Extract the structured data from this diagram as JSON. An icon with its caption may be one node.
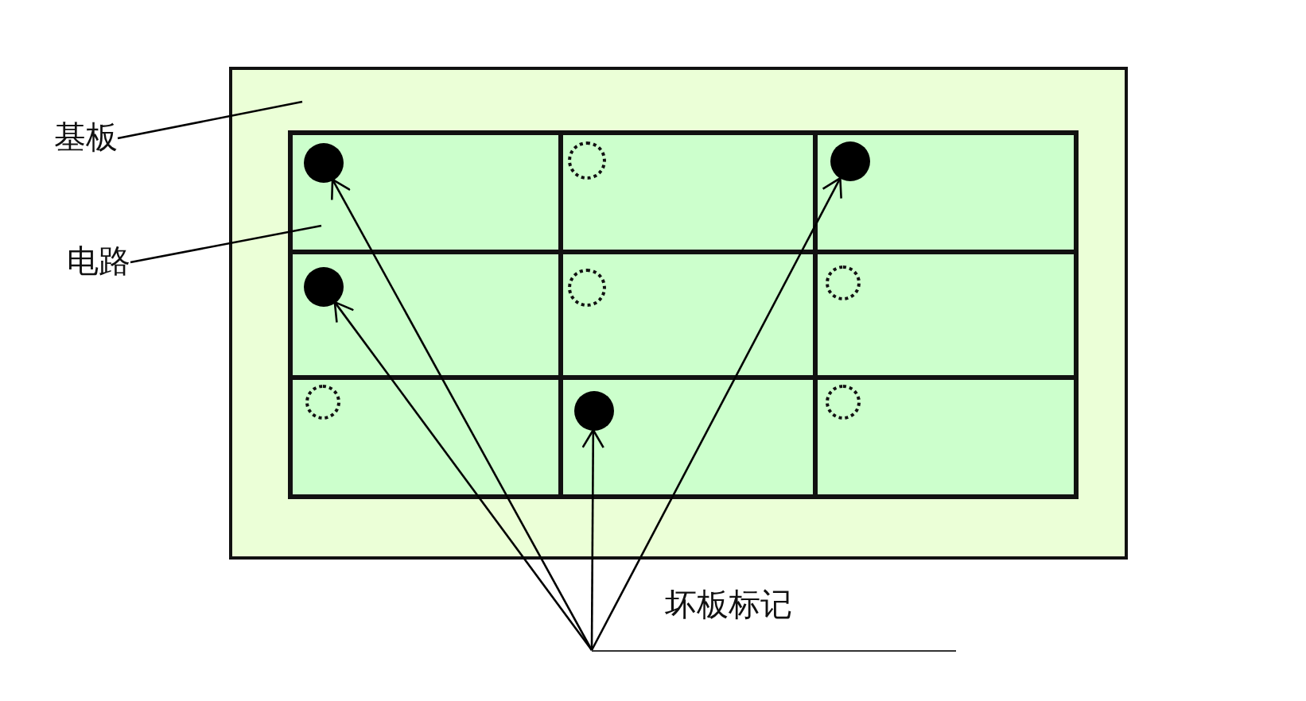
{
  "diagram": {
    "nodes": [
      {
        "text": [
          "基板"
        ]
      },
      {
        "text": [
          "电路"
        ]
      },
      {
        "text": [],
        "shape": "box"
      },
      {
        "text": [],
        "shape": "box",
        "in": 2
      },
      {
        "text": [],
        "shape": "dot",
        "in": 3
      },
      {
        "text": [],
        "shape": "box",
        "in": 2
      },
      {
        "text": [],
        "shape": "circle",
        "in": 5
      },
      {
        "text": [],
        "shape": "box",
        "in": 2
      },
      {
        "text": [],
        "shape": "dot",
        "in": 7
      },
      {
        "text": [],
        "shape": "box",
        "in": 2
      },
      {
        "text": [],
        "shape": "dot",
        "in": 9
      },
      {
        "text": [],
        "shape": "box",
        "in": 2
      },
      {
        "text": [],
        "shape": "circle",
        "in": 11
      },
      {
        "text": [],
        "shape": "box",
        "in": 2
      },
      {
        "text": [],
        "shape": "circle",
        "in": 13
      },
      {
        "text": [],
        "shape": "box",
        "in": 2
      },
      {
        "text": [],
        "shape": "circle",
        "in": 15
      },
      {
        "text": [],
        "shape": "box",
        "in": 2
      },
      {
        "text": [],
        "shape": "dot",
        "in": 17
      },
      {
        "text": [],
        "shape": "box",
        "in": 2
      },
      {
        "text": [],
        "shape": "circle",
        "in": 19
      },
      {
        "text": [
          "坏板标记"
        ]
      }
    ],
    "edges": [
      {
        "from": 0,
        "to": 2,
        "arrow": "none"
      },
      {
        "from": 1,
        "to": 3,
        "arrow": "none"
      },
      {
        "from": 21,
        "to": 4,
        "arrow": "to"
      },
      {
        "from": 21,
        "to": 10,
        "arrow": "to"
      },
      {
        "from": 21,
        "to": 18,
        "arrow": "to"
      },
      {
        "from": 21,
        "to": 8,
        "arrow": "to"
      }
    ]
  }
}
